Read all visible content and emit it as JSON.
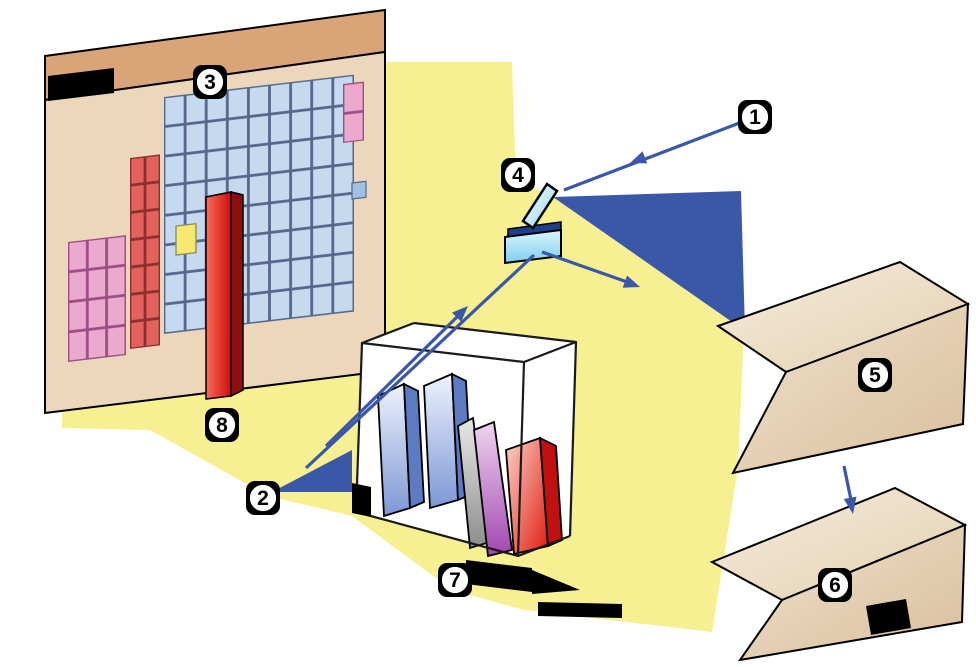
{
  "diagram": {
    "description": "Numbered cutaway diagram of a spectrograph light path: incident beam (1) hits slit mirror (4), fans to source box (5) linked to lower box (6), reflects to prism (2), disperses into colored wavelength prisms (7), and lands as a red spectral line (8) on detector array panel (3)",
    "callouts": [
      {
        "text": "1"
      },
      {
        "text": "2"
      },
      {
        "text": "3"
      },
      {
        "text": "4"
      },
      {
        "text": "5"
      },
      {
        "text": "6"
      },
      {
        "text": "7"
      },
      {
        "text": "8"
      }
    ],
    "colors": {
      "background": "#FFFFFF",
      "light_field": "#F7F093",
      "beam": "#3A57A8",
      "board_face": "#ECD7BD",
      "board_edge": "#D8A478",
      "detector_cell": "#C6D9EE",
      "cell_pink": "#EBA9CD",
      "cell_red": "#E2625E",
      "spectral_bar": "#D91414",
      "box_tan": "#E8D3B6",
      "mirror_cyan": "#8ED2EE",
      "prism_blue": "#7D97D6",
      "prism_gray": "#8C8C8C",
      "prism_purple": "#A246B0",
      "prism_red": "#E01C10",
      "outline": "#000000"
    }
  }
}
